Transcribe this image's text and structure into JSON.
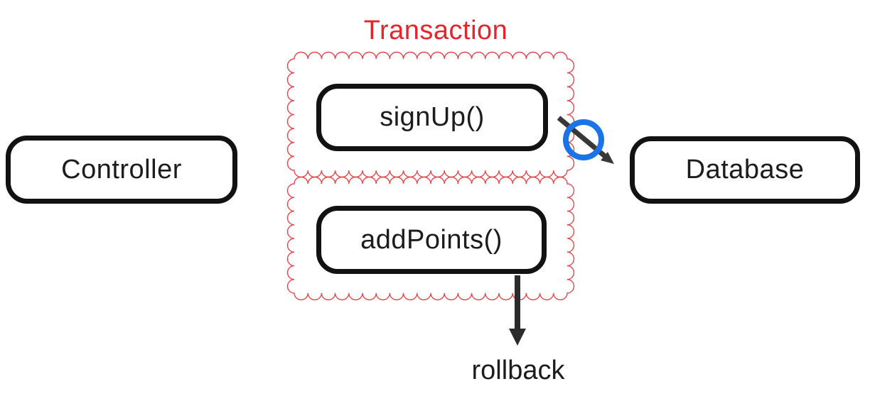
{
  "diagram": {
    "title": "Transaction",
    "nodes": {
      "controller": {
        "label": "Controller"
      },
      "signup": {
        "label": "signUp()"
      },
      "addpoints": {
        "label": "addPoints()"
      },
      "database": {
        "label": "Database"
      }
    },
    "annotations": {
      "rollback_label": "rollback"
    },
    "icons": [
      "no-entry-circle-icon",
      "blocked-arrow-icon",
      "failure-x-icon",
      "rollback-arrow-icon"
    ],
    "colors": {
      "transaction_red": "#e5242c",
      "scallop_border_red": "#e0484e",
      "failure_x_red": "#e42330",
      "no_entry_blue": "#1a73e8",
      "arrow_dark": "#333333",
      "box_border_black": "#121212"
    }
  }
}
